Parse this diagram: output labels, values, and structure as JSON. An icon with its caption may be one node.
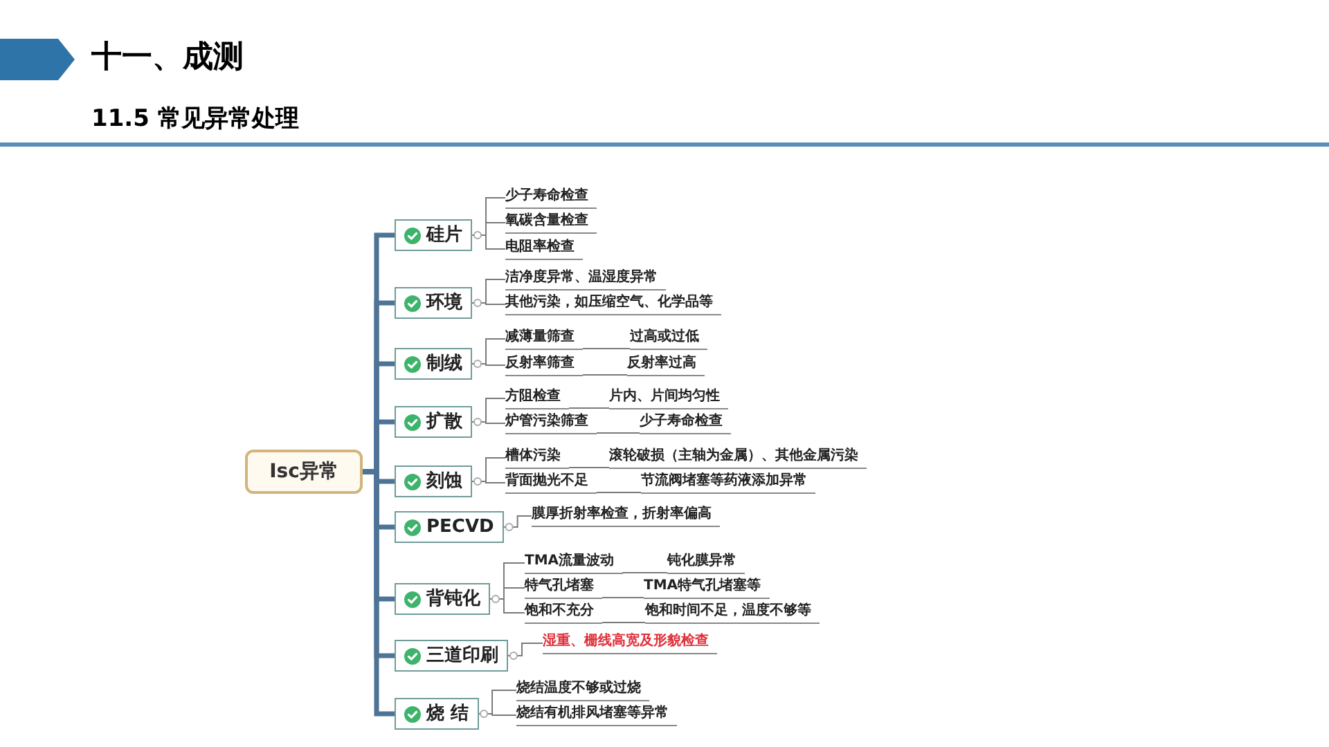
{
  "diagram": {
    "title": "十一、成测",
    "labels": [
      "11.5 常见异常处理"
    ],
    "nodes": [
      {
        "text": [
          "Isc异常"
        ]
      },
      {
        "text": [
          "硅片"
        ]
      },
      {
        "text": [
          "少子寿命检查"
        ]
      },
      {
        "text": [
          "氧碳含量检查"
        ]
      },
      {
        "text": [
          "电阻率检查"
        ]
      },
      {
        "text": [
          "环境"
        ]
      },
      {
        "text": [
          "洁净度异常、温湿度异常"
        ]
      },
      {
        "text": [
          "其他污染，如压缩空气、化学品等"
        ]
      },
      {
        "text": [
          "制绒"
        ]
      },
      {
        "text": [
          "减薄量筛查"
        ]
      },
      {
        "text": [
          "过高或过低"
        ]
      },
      {
        "text": [
          "反射率筛查"
        ]
      },
      {
        "text": [
          "反射率过高"
        ]
      },
      {
        "text": [
          "扩散"
        ]
      },
      {
        "text": [
          "方阻检查"
        ]
      },
      {
        "text": [
          "片内、片间均匀性"
        ]
      },
      {
        "text": [
          "炉管污染筛查"
        ]
      },
      {
        "text": [
          "少子寿命检查"
        ]
      },
      {
        "text": [
          "刻蚀"
        ]
      },
      {
        "text": [
          "槽体污染"
        ]
      },
      {
        "text": [
          "滚轮破损（主轴为金属）、其他金属污染"
        ]
      },
      {
        "text": [
          "背面抛光不足"
        ]
      },
      {
        "text": [
          "节流阀堵塞等药液添加异常"
        ]
      },
      {
        "text": [
          "PECVD"
        ]
      },
      {
        "text": [
          "膜厚折射率检查，折射率偏高"
        ]
      },
      {
        "text": [
          "背钝化"
        ]
      },
      {
        "text": [
          "TMA流量波动"
        ]
      },
      {
        "text": [
          "钝化膜异常"
        ]
      },
      {
        "text": [
          "特气孔堵塞"
        ]
      },
      {
        "text": [
          "TMA特气孔堵塞等"
        ]
      },
      {
        "text": [
          "饱和不充分"
        ]
      },
      {
        "text": [
          "饱和时间不足，温度不够等"
        ]
      },
      {
        "text": [
          "三道印刷"
        ]
      },
      {
        "text": [
          "湿重、栅线高宽及形貌检查"
        ]
      },
      {
        "text": [
          "烧 结"
        ]
      },
      {
        "text": [
          "烧结温度不够或过烧"
        ]
      },
      {
        "text": [
          "烧结有机排风堵塞等异常"
        ]
      }
    ],
    "edges": [
      {
        "from": 0,
        "to": 1,
        "arrow": "none",
        "style": "thick",
        "color": "#4d7396"
      },
      {
        "from": 0,
        "to": 5,
        "arrow": "none",
        "style": "thick",
        "color": "#4d7396"
      },
      {
        "from": 0,
        "to": 8,
        "arrow": "none",
        "style": "thick",
        "color": "#4d7396"
      },
      {
        "from": 0,
        "to": 13,
        "arrow": "none",
        "style": "thick",
        "color": "#4d7396"
      },
      {
        "from": 0,
        "to": 18,
        "arrow": "none",
        "style": "thick",
        "color": "#4d7396"
      },
      {
        "from": 0,
        "to": 23,
        "arrow": "none",
        "style": "thick",
        "color": "#4d7396"
      },
      {
        "from": 0,
        "to": 25,
        "arrow": "none",
        "style": "thick",
        "color": "#4d7396"
      },
      {
        "from": 0,
        "to": 32,
        "arrow": "none",
        "style": "thick",
        "color": "#4d7396"
      },
      {
        "from": 0,
        "to": 34,
        "arrow": "none",
        "style": "thick",
        "color": "#4d7396"
      },
      {
        "from": 1,
        "to": 2,
        "arrow": "none"
      },
      {
        "from": 1,
        "to": 3,
        "arrow": "none"
      },
      {
        "from": 1,
        "to": 4,
        "arrow": "none"
      },
      {
        "from": 5,
        "to": 6,
        "arrow": "none"
      },
      {
        "from": 5,
        "to": 7,
        "arrow": "none"
      },
      {
        "from": 8,
        "to": 9,
        "arrow": "none"
      },
      {
        "from": 9,
        "to": 10,
        "arrow": "none"
      },
      {
        "from": 8,
        "to": 11,
        "arrow": "none"
      },
      {
        "from": 11,
        "to": 12,
        "arrow": "none"
      },
      {
        "from": 13,
        "to": 14,
        "arrow": "none"
      },
      {
        "from": 14,
        "to": 15,
        "arrow": "none"
      },
      {
        "from": 13,
        "to": 16,
        "arrow": "none"
      },
      {
        "from": 16,
        "to": 17,
        "arrow": "none"
      },
      {
        "from": 18,
        "to": 19,
        "arrow": "none"
      },
      {
        "from": 19,
        "to": 20,
        "arrow": "none"
      },
      {
        "from": 18,
        "to": 21,
        "arrow": "none"
      },
      {
        "from": 21,
        "to": 22,
        "arrow": "none"
      },
      {
        "from": 23,
        "to": 24,
        "arrow": "none"
      },
      {
        "from": 25,
        "to": 26,
        "arrow": "none"
      },
      {
        "from": 26,
        "to": 27,
        "arrow": "none"
      },
      {
        "from": 25,
        "to": 28,
        "arrow": "none"
      },
      {
        "from": 28,
        "to": 29,
        "arrow": "none"
      },
      {
        "from": 25,
        "to": 30,
        "arrow": "none"
      },
      {
        "from": 30,
        "to": 31,
        "arrow": "none"
      },
      {
        "from": 32,
        "to": 33,
        "arrow": "none"
      },
      {
        "from": 34,
        "to": 35,
        "arrow": "none"
      },
      {
        "from": 34,
        "to": 36,
        "arrow": "none"
      }
    ]
  }
}
